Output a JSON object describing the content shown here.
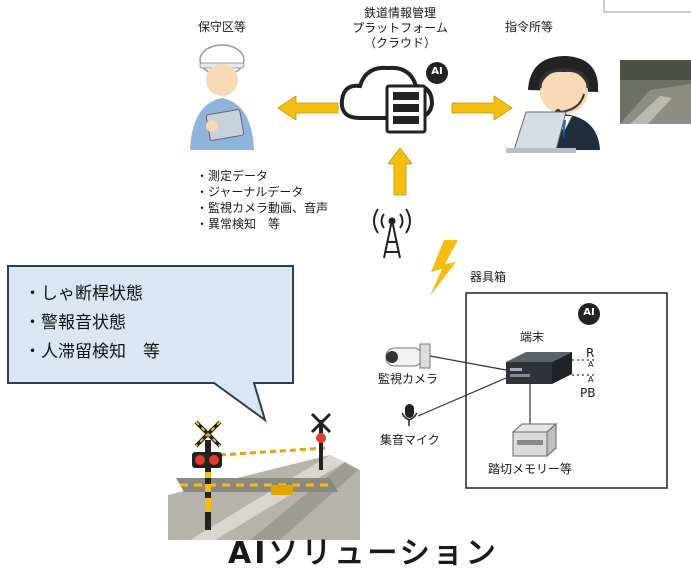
{
  "hubs": {
    "maintenance": {
      "label": "保守区等"
    },
    "platform": {
      "lines": [
        "鉄道情報管理",
        "プラットフォーム",
        "（クラウド）"
      ]
    },
    "command": {
      "label": "指令所等"
    }
  },
  "data_types": [
    "・測定データ",
    "・ジャーナルデータ",
    "・監視カメラ動画、音声",
    "・異常検知　等"
  ],
  "ai_badge": "AI",
  "equipment_box": {
    "title": "器具箱",
    "terminal": "端末",
    "signal_r": "R",
    "signal_pb": "PB",
    "tick": "A"
  },
  "devices": {
    "camera": "監視カメラ",
    "microphone": "集音マイク",
    "memory": "踏切メモリー等"
  },
  "callout": {
    "items": [
      "・しゃ断桿状態",
      "・警報音状態",
      "・人滞留検知　等"
    ]
  },
  "footer_title": "AIソリューション",
  "colors": {
    "arrow": "#f5bd0f",
    "callout_bg": "#dbe6f4",
    "callout_border": "#2f3d50",
    "person_blue": "#8fb4dc"
  }
}
